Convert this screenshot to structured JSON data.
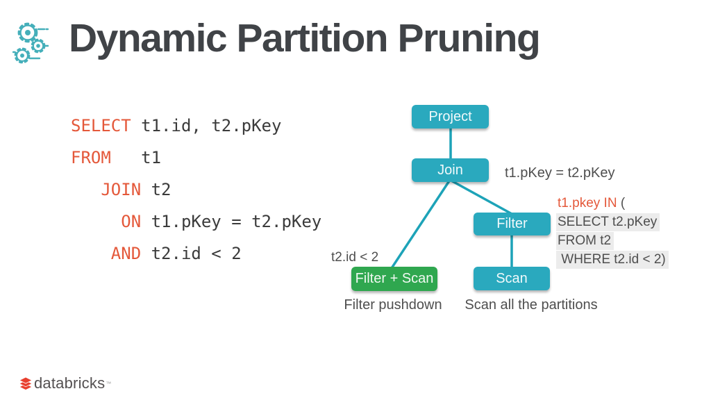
{
  "theme": {
    "teal": "#2AA9BE",
    "green": "#2FA74F",
    "edge": "#1DA3B8",
    "kw": "#E4583A",
    "code_text": "#3B3B3B",
    "label_text": "#4E4E4E",
    "title_text": "#404347",
    "highlight_bg": "#ECECEC",
    "logo_red": "#E8402F",
    "logo_text": "#545051",
    "icon_teal": "#45AFBA"
  },
  "slide": {
    "title": "Dynamic Partition Pruning"
  },
  "sql": {
    "lines": [
      {
        "segments": [
          {
            "text": "SELECT",
            "type": "keyword"
          },
          {
            "text": " t1.id, t2.pKey",
            "type": "plain"
          }
        ]
      },
      {
        "segments": [
          {
            "text": "FROM",
            "type": "keyword"
          },
          {
            "text": "   t1",
            "type": "plain"
          }
        ]
      },
      {
        "segments": [
          {
            "text": "   ",
            "type": "plain"
          },
          {
            "text": "JOIN",
            "type": "keyword"
          },
          {
            "text": " t2",
            "type": "plain"
          }
        ]
      },
      {
        "segments": [
          {
            "text": "     ",
            "type": "plain"
          },
          {
            "text": "ON",
            "type": "keyword"
          },
          {
            "text": " t1.pKey = t2.pKey",
            "type": "plain"
          }
        ]
      },
      {
        "segments": [
          {
            "text": "    ",
            "type": "plain"
          },
          {
            "text": "AND",
            "type": "keyword"
          },
          {
            "text": " t2.id < 2",
            "type": "plain"
          }
        ]
      }
    ]
  },
  "tree": {
    "nodes": [
      {
        "label": "Project",
        "variant": "teal"
      },
      {
        "label": "Join",
        "variant": "teal"
      },
      {
        "label": "Filter",
        "variant": "teal"
      },
      {
        "label": "Filter + Scan",
        "variant": "green"
      },
      {
        "label": "Scan",
        "variant": "teal"
      }
    ],
    "labels": {
      "join_condition": "t1.pKey = t2.pKey",
      "pushdown_predicate": "t2.id < 2",
      "filter_caption": "Filter pushdown",
      "scan_caption": "Scan all the partitions"
    },
    "subquery": {
      "keyword_part": "t1.pkey IN",
      "paren_part": " (",
      "line2": "SELECT t2.pKey",
      "line3": "FROM t2",
      "line4": " WHERE t2.id < 2)"
    }
  },
  "footer": {
    "logo_text": "databricks",
    "trademark": "™"
  }
}
